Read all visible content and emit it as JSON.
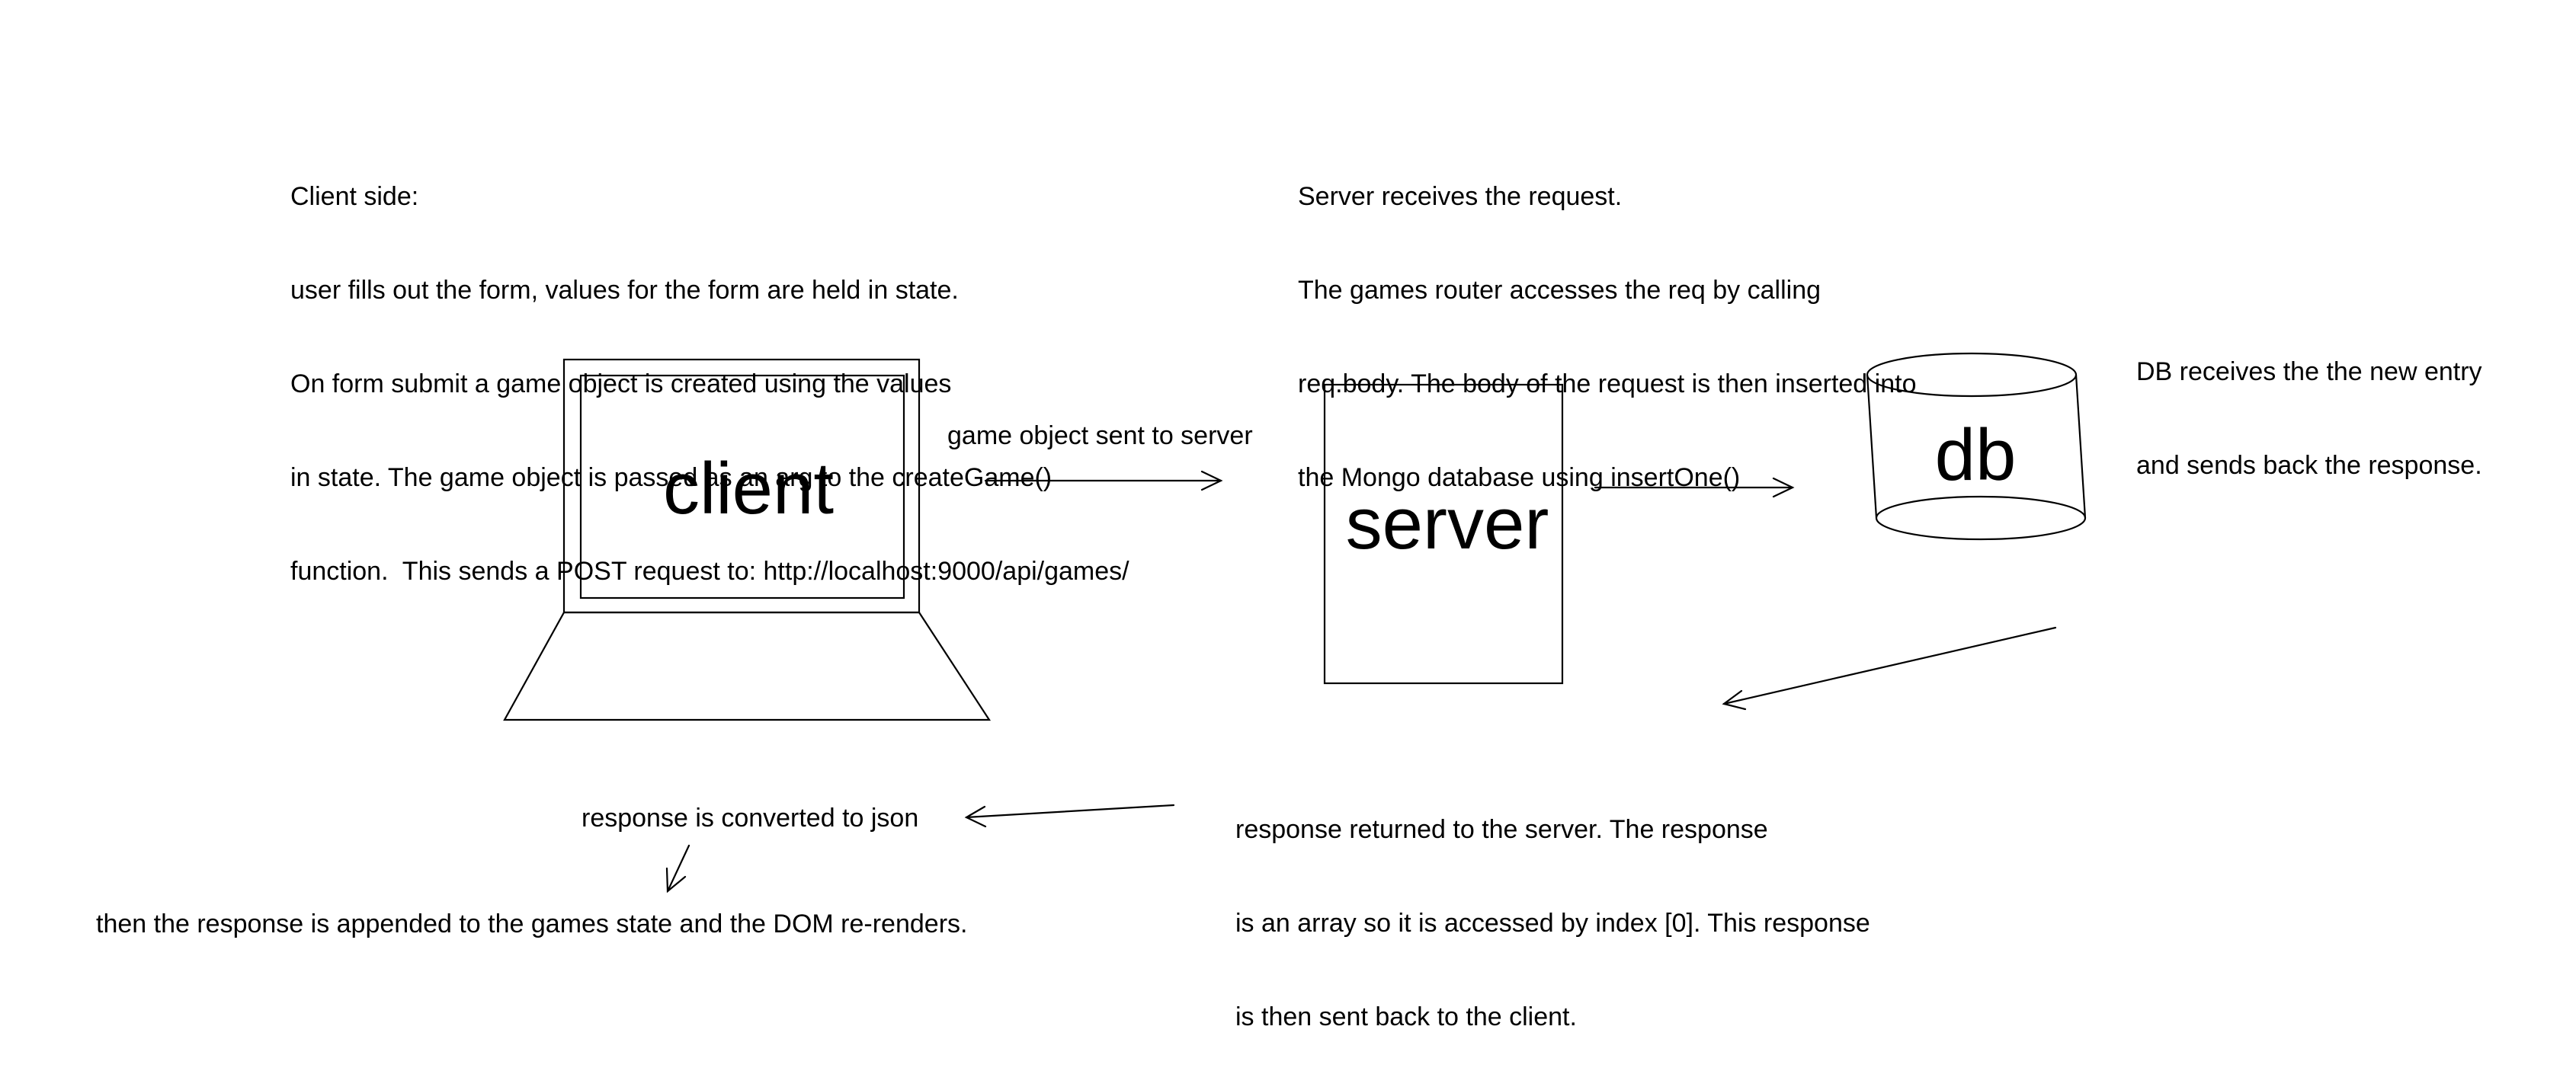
{
  "client_note": {
    "lines": [
      "Client side:",
      "user fills out the form, values for the form are held in state.",
      "On form submit a game object is created using the values",
      "in state. The game object is passed as an arg to the createGame()",
      "function.  This sends a POST request to: http://localhost:9000/api/games/"
    ]
  },
  "server_note": {
    "lines": [
      "Server receives the request.",
      "The games router accesses the req by calling",
      "req.body. The body of the request is then inserted into",
      "the Mongo database using insertOne()"
    ]
  },
  "db_note": {
    "lines": [
      "DB receives the the new entry",
      "and sends back the response."
    ]
  },
  "edge_client_server_label": "game object sent to server",
  "response_note": {
    "lines": [
      "response returned to the server. The response",
      "is an array so it is accessed by index [0]. This response",
      "is then sent back to the client."
    ]
  },
  "json_note": "response is converted to json",
  "final_note": "then the response is appended to the games state and the DOM re-renders.",
  "nodes": {
    "client": "client",
    "server": "server",
    "db": "db"
  }
}
